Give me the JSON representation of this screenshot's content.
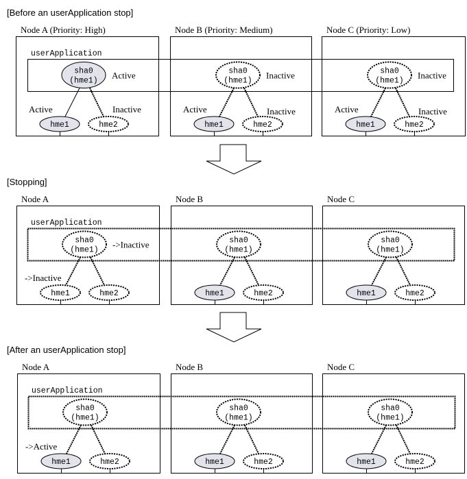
{
  "colors": {
    "active_fill": "#e6e6f2",
    "inactive_fill": "#ffffff",
    "line": "#000000"
  },
  "stages": [
    {
      "title": "[Before an userApplication stop]",
      "app_label": "userApplication",
      "app_box_style": "solid",
      "nodes": [
        {
          "title": "Node A (Priority: High)",
          "sha0": {
            "line1": "sha0",
            "line2": "(hme1)",
            "state": "active",
            "label": "Active"
          },
          "hme1": {
            "text": "hme1",
            "state": "active",
            "label": "Active"
          },
          "hme2": {
            "text": "hme2",
            "state": "inactive",
            "label": "Inactive"
          },
          "link_hme1": "solid",
          "link_hme2": "dotted"
        },
        {
          "title": "Node B (Priority: Medium)",
          "sha0": {
            "line1": "sha0",
            "line2": "(hme1)",
            "state": "inactive",
            "label": "Inactive"
          },
          "hme1": {
            "text": "hme1",
            "state": "active",
            "label": "Active"
          },
          "hme2": {
            "text": "hme2",
            "state": "inactive",
            "label": "Inactive"
          },
          "link_hme1": "dotted",
          "link_hme2": "dotted"
        },
        {
          "title": "Node C (Priority: Low)",
          "sha0": {
            "line1": "sha0",
            "line2": "(hme1)",
            "state": "inactive",
            "label": "Inactive"
          },
          "hme1": {
            "text": "hme1",
            "state": "active",
            "label": "Active"
          },
          "hme2": {
            "text": "hme2",
            "state": "inactive",
            "label": "Inactive"
          },
          "link_hme1": "dotted",
          "link_hme2": "dotted"
        }
      ]
    },
    {
      "title": "[Stopping]",
      "app_label": "userApplication",
      "app_box_style": "dotted",
      "nodes": [
        {
          "title": "Node A",
          "sha0": {
            "line1": "sha0",
            "line2": "(hme1)",
            "state": "inactive",
            "label": "->Inactive"
          },
          "hme1": {
            "text": "hme1",
            "state": "inactive",
            "label": "->Inactive"
          },
          "hme2": {
            "text": "hme2",
            "state": "inactive",
            "label": ""
          },
          "link_hme1": "dotted",
          "link_hme2": "dotted"
        },
        {
          "title": "Node B",
          "sha0": {
            "line1": "sha0",
            "line2": "(hme1)",
            "state": "inactive",
            "label": ""
          },
          "hme1": {
            "text": "hme1",
            "state": "active",
            "label": ""
          },
          "hme2": {
            "text": "hme2",
            "state": "inactive",
            "label": ""
          },
          "link_hme1": "dotted",
          "link_hme2": "dotted"
        },
        {
          "title": "Node C",
          "sha0": {
            "line1": "sha0",
            "line2": "(hme1)",
            "state": "inactive",
            "label": ""
          },
          "hme1": {
            "text": "hme1",
            "state": "active",
            "label": ""
          },
          "hme2": {
            "text": "hme2",
            "state": "inactive",
            "label": ""
          },
          "link_hme1": "dotted",
          "link_hme2": "dotted"
        }
      ]
    },
    {
      "title": "[After an userApplication stop]",
      "app_label": "userApplication",
      "app_box_style": "dotted",
      "nodes": [
        {
          "title": "Node A",
          "sha0": {
            "line1": "sha0",
            "line2": "(hme1)",
            "state": "inactive",
            "label": ""
          },
          "hme1": {
            "text": "hme1",
            "state": "active",
            "label": "->Active"
          },
          "hme2": {
            "text": "hme2",
            "state": "inactive",
            "label": ""
          },
          "link_hme1": "dotted",
          "link_hme2": "dotted"
        },
        {
          "title": "Node B",
          "sha0": {
            "line1": "sha0",
            "line2": "(hme1)",
            "state": "inactive",
            "label": ""
          },
          "hme1": {
            "text": "hme1",
            "state": "active",
            "label": ""
          },
          "hme2": {
            "text": "hme2",
            "state": "inactive",
            "label": ""
          },
          "link_hme1": "dotted",
          "link_hme2": "dotted"
        },
        {
          "title": "Node C",
          "sha0": {
            "line1": "sha0",
            "line2": "(hme1)",
            "state": "inactive",
            "label": ""
          },
          "hme1": {
            "text": "hme1",
            "state": "active",
            "label": ""
          },
          "hme2": {
            "text": "hme2",
            "state": "inactive",
            "label": ""
          },
          "link_hme1": "dotted",
          "link_hme2": "dotted"
        }
      ]
    }
  ],
  "transitions": [
    {
      "icon": "down-arrow-icon"
    },
    {
      "icon": "down-arrow-icon"
    }
  ]
}
